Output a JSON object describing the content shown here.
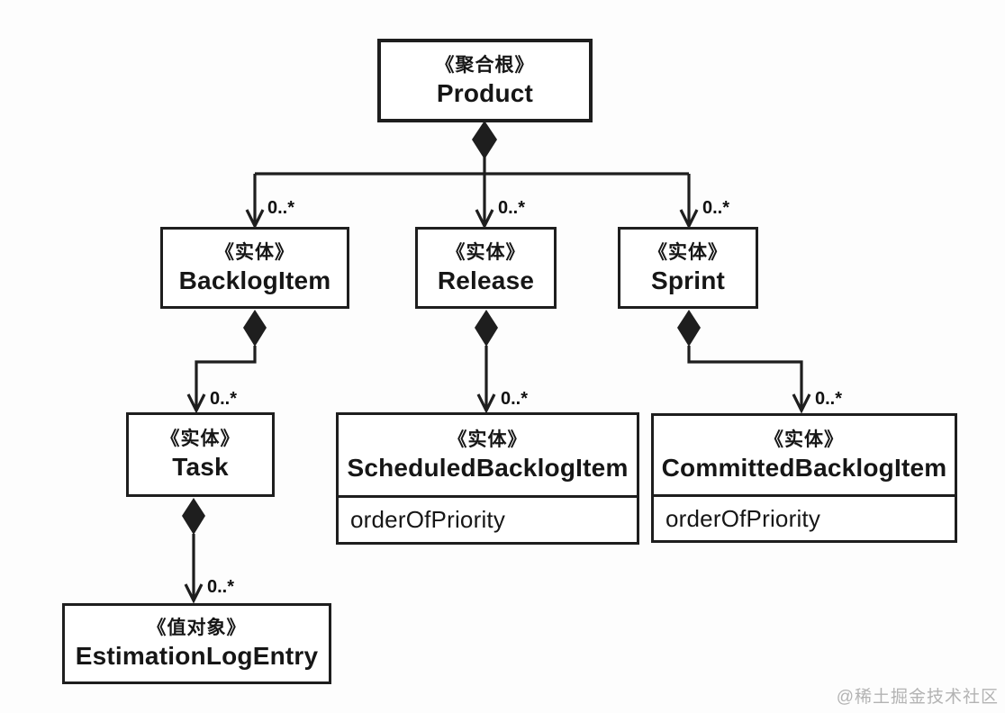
{
  "classes": {
    "product": {
      "stereotype": "《聚合根》",
      "name": "Product"
    },
    "backlog_item": {
      "stereotype": "《实体》",
      "name": "BacklogItem"
    },
    "release": {
      "stereotype": "《实体》",
      "name": "Release"
    },
    "sprint": {
      "stereotype": "《实体》",
      "name": "Sprint"
    },
    "task": {
      "stereotype": "《实体》",
      "name": "Task"
    },
    "scheduled_backlog_item": {
      "stereotype": "《实体》",
      "name": "ScheduledBacklogItem",
      "attribute": "orderOfPriority"
    },
    "committed_backlog_item": {
      "stereotype": "《实体》",
      "name": "CommittedBacklogItem",
      "attribute": "orderOfPriority"
    },
    "estimation_log_entry": {
      "stereotype": "《值对象》",
      "name": "EstimationLogEntry"
    }
  },
  "edges": {
    "product_to_backlog_item": {
      "type": "composition",
      "multiplicity": "0..*"
    },
    "product_to_release": {
      "type": "composition",
      "multiplicity": "0..*"
    },
    "product_to_sprint": {
      "type": "composition",
      "multiplicity": "0..*"
    },
    "backlog_item_to_task": {
      "type": "composition",
      "multiplicity": "0..*"
    },
    "task_to_estimation_log_entry": {
      "type": "composition",
      "multiplicity": "0..*"
    },
    "release_to_scheduled_backlog_item": {
      "type": "composition",
      "multiplicity": "0..*"
    },
    "sprint_to_committed_backlog_item": {
      "type": "composition",
      "multiplicity": "0..*"
    }
  },
  "watermark": {
    "text": "@稀土掘金技术社区"
  },
  "colors": {
    "line": "#1e1e1e",
    "box_fill": "#ffffff",
    "background": "#fdfdfd",
    "watermark": "#b3b3b3"
  }
}
